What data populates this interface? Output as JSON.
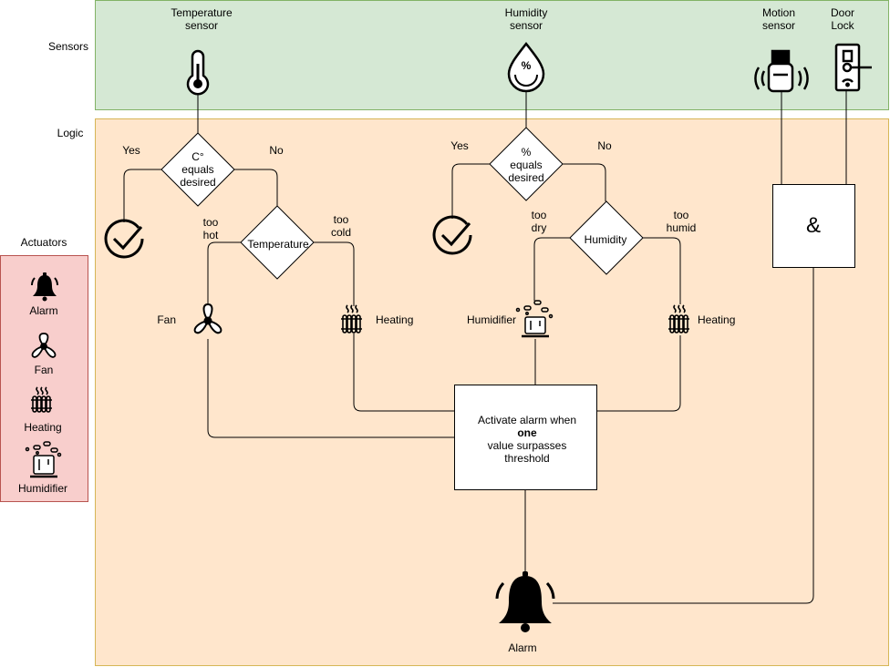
{
  "lanes": {
    "sensors": "Sensors",
    "logic": "Logic",
    "actuators": "Actuators"
  },
  "sensors": {
    "temperature": [
      "Temperature",
      "sensor"
    ],
    "humidity": [
      "Humidity",
      "sensor"
    ],
    "motion": [
      "Motion",
      "sensor"
    ],
    "door": [
      "Door",
      "Lock"
    ]
  },
  "logic": {
    "temp_check": [
      "C°",
      "equals",
      "desired"
    ],
    "humidity_check": [
      "%",
      "equals",
      "desired"
    ],
    "temperature_node": "Temperature",
    "humidity_node": "Humidity",
    "yes": "Yes",
    "no": "No",
    "too_hot": [
      "too",
      "hot"
    ],
    "too_cold": [
      "too",
      "cold"
    ],
    "too_dry": [
      "too",
      "dry"
    ],
    "too_humid": [
      "too",
      "humid"
    ],
    "and_gate": "&",
    "alarm_box": {
      "line1": "Activate alarm when",
      "line2": "one",
      "line3": "value surpasses",
      "line4": "threshold"
    }
  },
  "actuator_labels": {
    "fan": "Fan",
    "heating": "Heating",
    "humidifier": "Humidifier",
    "alarm": "Alarm"
  },
  "legend": [
    "Alarm",
    "Fan",
    "Heating",
    "Humidifier"
  ],
  "colors": {
    "sensors_fill": "#d5e8d4",
    "sensors_stroke": "#82b366",
    "logic_fill": "#ffe6cc",
    "logic_stroke": "#d6b656",
    "actuators_fill": "#f8cecc",
    "actuators_stroke": "#b85450"
  },
  "icons": [
    "thermometer-icon",
    "humidity-drop-icon",
    "motion-sensor-icon",
    "door-lock-icon",
    "checkmark-icon",
    "fan-icon",
    "radiator-icon",
    "humidifier-icon",
    "bell-icon"
  ]
}
